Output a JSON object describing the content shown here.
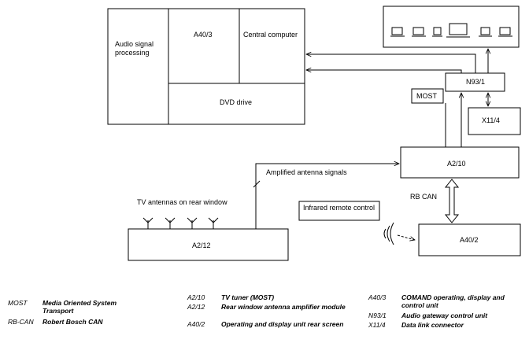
{
  "diagram": {
    "blocks": {
      "audio_signal_processing": "Audio signal processing",
      "a40_3": "A40/3",
      "central_computer": "Central computer",
      "dvd_drive": "DVD drive",
      "n93_1": "N93/1",
      "x11_4": "X11/4",
      "most": "MOST",
      "a2_10": "A2/10",
      "a2_12": "A2/12",
      "a40_2": "A40/2",
      "infrared_remote_control": "Infrared remote control"
    },
    "labels": {
      "amplified_antenna_signals": "Amplified antenna signals",
      "tv_antennas_on_rear_window": "TV antennas on rear window",
      "rb_can": "RB CAN"
    }
  },
  "legend": [
    {
      "abbr": "MOST",
      "definition": "Media Oriented System Transport"
    },
    {
      "abbr": "RB-CAN",
      "definition": "Robert Bosch CAN"
    },
    {
      "abbr": "A2/10",
      "definition": "TV tuner (MOST)"
    },
    {
      "abbr": "A2/12",
      "definition": "Rear window antenna amplifier module"
    },
    {
      "abbr": "A40/2",
      "definition": "Operating and display unit rear screen"
    },
    {
      "abbr": "A40/3",
      "definition": "COMAND operating, display and control unit"
    },
    {
      "abbr": "N93/1",
      "definition": "Audio gateway control unit"
    },
    {
      "abbr": "X11/4",
      "definition": "Data link connector"
    }
  ]
}
